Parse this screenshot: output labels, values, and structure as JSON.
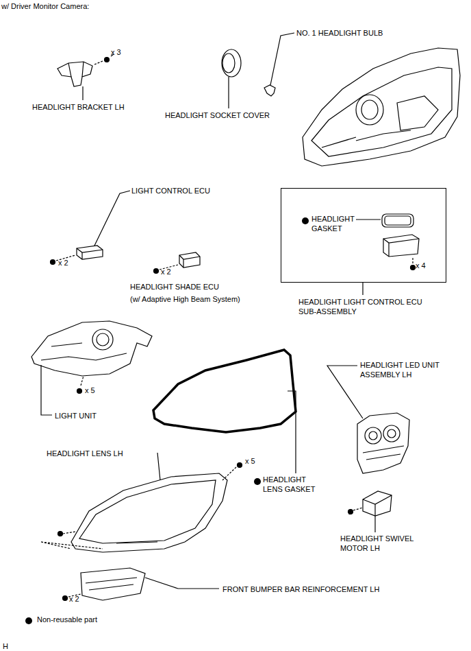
{
  "diagram": {
    "title": "w/ Driver Monitor Camera:",
    "nodes": [
      {
        "text": [
          "HEADLIGHT GASKET",
          "x 4",
          "HEADLIGHT LIGHT CONTROL ECU SUB-ASSEMBLY"
        ]
      }
    ],
    "labels": [
      "x 3",
      "HEADLIGHT BRACKET LH",
      "NO. 1 HEADLIGHT BULB",
      "HEADLIGHT SOCKET COVER",
      "LIGHT CONTROL ECU",
      "x 2",
      "x 2",
      "HEADLIGHT SHADE ECU",
      "(w/ Adaptive High Beam System)",
      "x 5",
      "LIGHT UNIT",
      "HEADLIGHT LED UNIT ASSEMBLY LH",
      "HEADLIGHT LENS LH",
      "x 5",
      "HEADLIGHT LENS GASKET",
      "HEADLIGHT SWIVEL MOTOR LH",
      "x 2",
      "FRONT BUMPER BAR REINFORCEMENT LH",
      "H"
    ],
    "legend": [
      {
        "text": "Non-reusable part"
      }
    ]
  }
}
